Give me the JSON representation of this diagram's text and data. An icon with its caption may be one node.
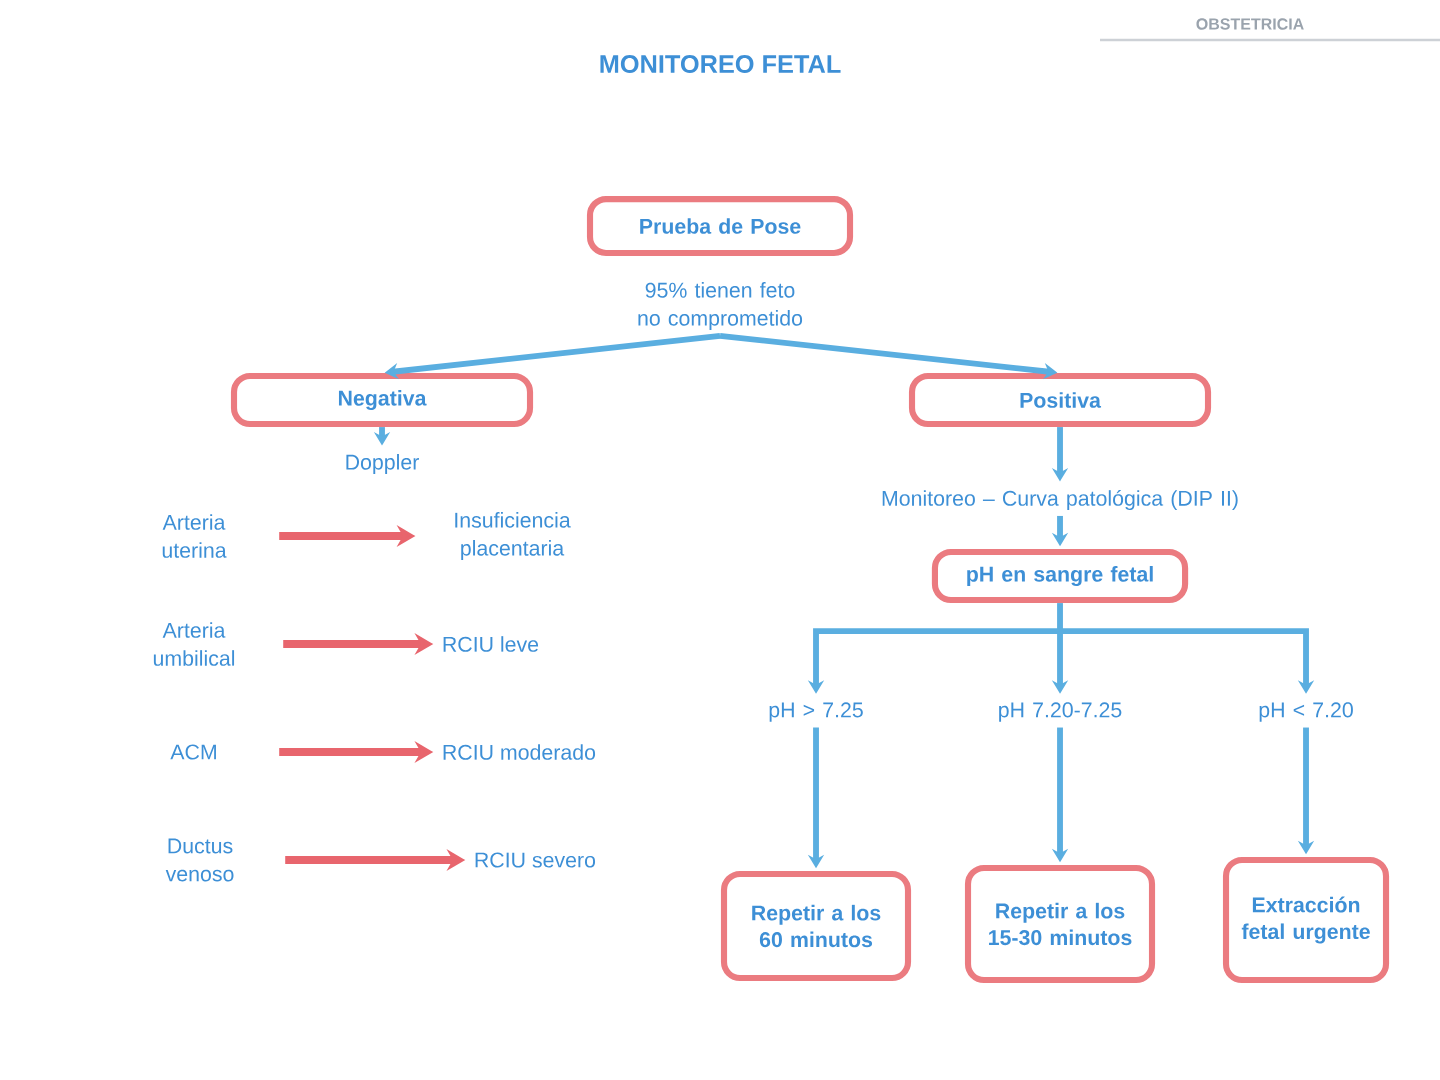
{
  "diagram": {
    "title": "MONITOREO FETAL",
    "nodes": [
      {
        "text": [
          "Prueba de Pose"
        ]
      },
      {
        "text": [
          "95% tienen feto no comprometido"
        ]
      },
      {
        "text": [
          "Negativa"
        ]
      },
      {
        "text": [
          "Positiva"
        ]
      },
      {
        "text": [
          "Doppler"
        ]
      },
      {
        "text": [
          "Monitoreo – Curva patológica (DIP II)"
        ]
      },
      {
        "text": [
          "pH en sangre fetal"
        ]
      },
      {
        "text": [
          "Arteria uterina"
        ]
      },
      {
        "text": [
          "Insuficiencia placentaria"
        ]
      },
      {
        "text": [
          "Arteria umbilical"
        ]
      },
      {
        "text": [
          "RCIU leve"
        ]
      },
      {
        "text": [
          "ACM"
        ]
      },
      {
        "text": [
          "RCIU moderado"
        ]
      },
      {
        "text": [
          "Ductus venoso"
        ]
      },
      {
        "text": [
          "RCIU severo"
        ]
      },
      {
        "text": [
          "pH > 7.25"
        ]
      },
      {
        "text": [
          "pH 7.20-7.25"
        ]
      },
      {
        "text": [
          "pH < 7.20"
        ]
      },
      {
        "text": [
          "Repetir a los 60 minutos"
        ]
      },
      {
        "text": [
          "Repetir a los 15-30 minutos"
        ]
      },
      {
        "text": [
          "Extracción fetal urgente"
        ]
      }
    ],
    "edges": [
      {
        "from": 1,
        "to": 2,
        "arrow": "to"
      },
      {
        "from": 1,
        "to": 3,
        "arrow": "to"
      },
      {
        "from": 2,
        "to": 4,
        "arrow": "to"
      },
      {
        "from": 3,
        "to": 5,
        "arrow": "to"
      },
      {
        "from": 5,
        "to": 6,
        "arrow": "to"
      },
      {
        "from": 6,
        "to": 15,
        "arrow": "to"
      },
      {
        "from": 6,
        "to": 16,
        "arrow": "to"
      },
      {
        "from": 6,
        "to": 17,
        "arrow": "to"
      },
      {
        "from": 7,
        "to": 8,
        "arrow": "to",
        "color": "#e8656d"
      },
      {
        "from": 9,
        "to": 10,
        "arrow": "to",
        "color": "#e8656d"
      },
      {
        "from": 11,
        "to": 12,
        "arrow": "to",
        "color": "#e8656d"
      },
      {
        "from": 13,
        "to": 14,
        "arrow": "to",
        "color": "#e8656d"
      },
      {
        "from": 15,
        "to": 18,
        "arrow": "to"
      },
      {
        "from": 16,
        "to": 19,
        "arrow": "to"
      },
      {
        "from": 17,
        "to": 20,
        "arrow": "to"
      }
    ],
    "labels": [
      "OBSTETRICIA"
    ]
  }
}
